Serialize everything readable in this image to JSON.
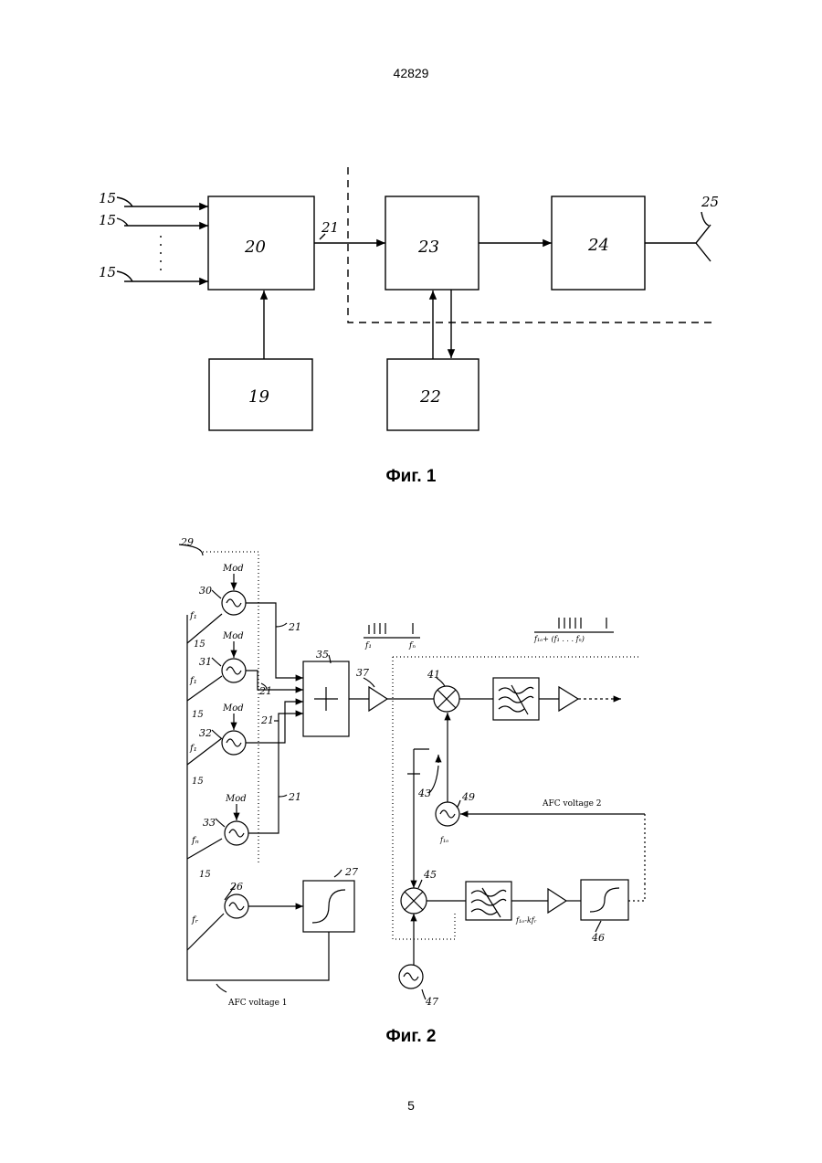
{
  "page": {
    "number_top": "42829",
    "number_bottom": "5"
  },
  "fig1": {
    "caption": "Фиг. 1",
    "labels": {
      "in1": "15",
      "in2": "15",
      "in3": "15",
      "b20": "20",
      "b19": "19",
      "link21": "21",
      "b23": "23",
      "b22": "22",
      "b24": "24",
      "ant25": "25"
    }
  },
  "fig2": {
    "caption": "Фиг. 2",
    "labels": {
      "group29": "29",
      "osc30": "30",
      "osc31": "31",
      "osc32": "32",
      "osc33": "33",
      "mod1": "Mod",
      "mod2": "Mod",
      "mod3": "Mod",
      "mod4": "Mod",
      "f1a": "f₁",
      "f1b": "f₁",
      "f1c": "f₁",
      "fn": "fₙ",
      "fr": "fᵣ",
      "w15a": "15",
      "w15b": "15",
      "w15c": "15",
      "w15d": "15",
      "w15e": "15",
      "w21a": "21",
      "w21b": "21",
      "w21c": "21",
      "w21d": "21",
      "sum35": "35",
      "amp37": "37",
      "mix41": "41",
      "ref43": "43",
      "osc49": "49",
      "osc26": "26",
      "det27": "27",
      "mix45": "45",
      "osc47": "47",
      "det46": "46",
      "spec1_left": "f₁",
      "spec1_right": "fₙ",
      "spec2": "f₁ₒ+ (f₁ . . . fₙ)",
      "flo": "f₁ₒ",
      "flo_kfr": "f₁ₒ-kfᵣ",
      "afc1": "AFC voltage 1",
      "afc2": "AFC voltage 2"
    }
  }
}
